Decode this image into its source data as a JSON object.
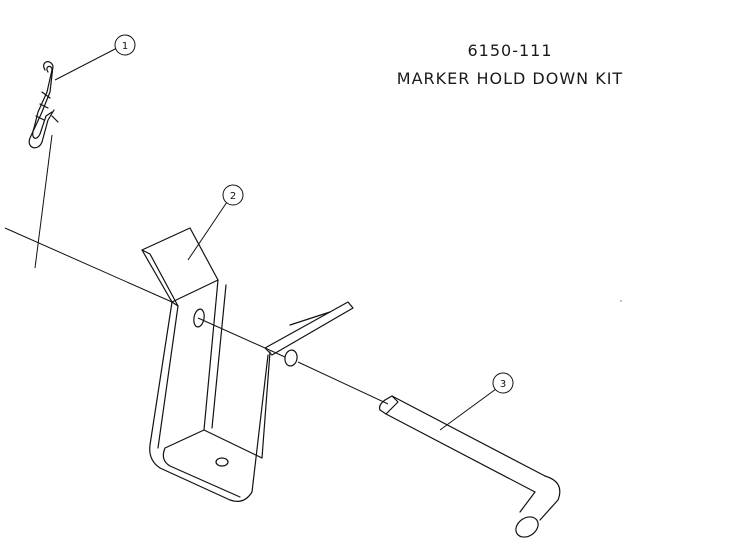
{
  "title": {
    "part_number": "6150-111",
    "name": "MARKER HOLD DOWN KIT"
  },
  "callouts": [
    {
      "id": "1",
      "part": "hair-pin-clip"
    },
    {
      "id": "2",
      "part": "u-bracket"
    },
    {
      "id": "3",
      "part": "bent-pin"
    }
  ]
}
